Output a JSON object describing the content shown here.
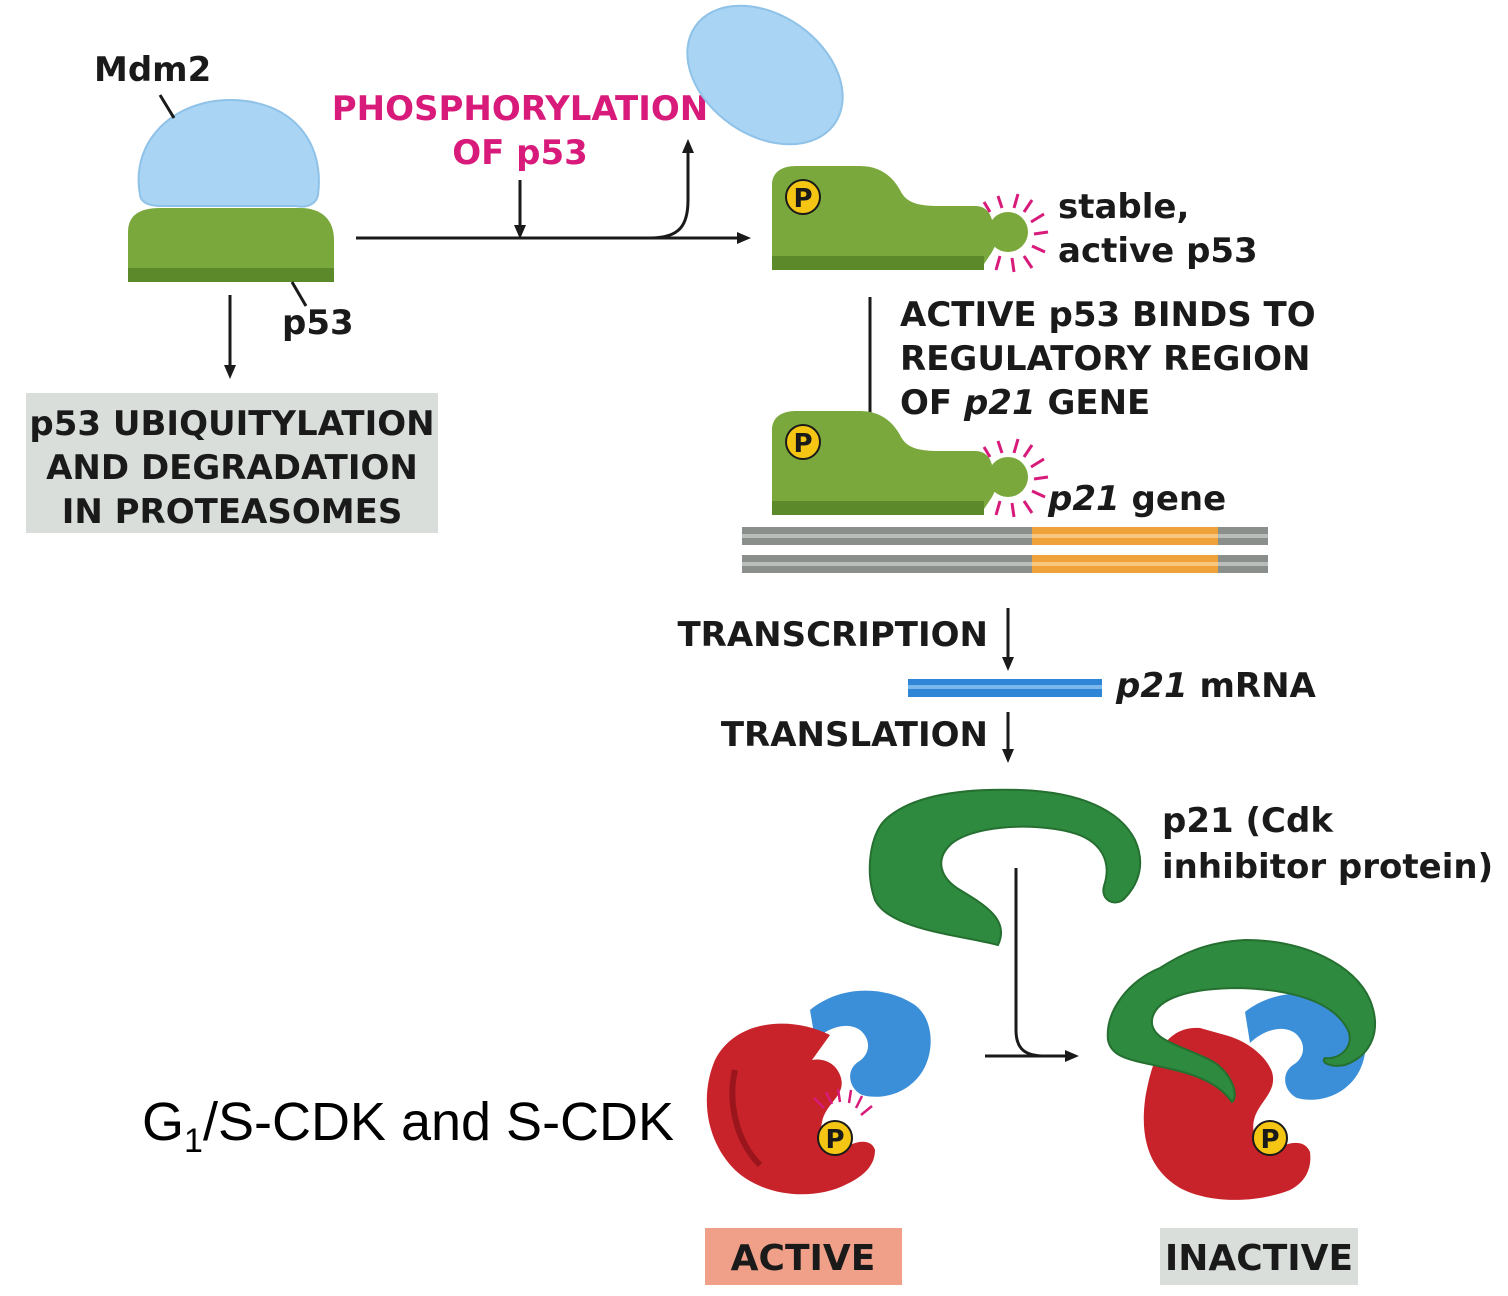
{
  "colors": {
    "mdm2_fill": "#a9d4f3",
    "p53_fill": "#7aa83c",
    "p53_dark": "#5c8a2a",
    "phospho_text": "#d81b7a",
    "signal_burst": "#d81b7a",
    "phosphate_fill": "#f4c613",
    "degradation_box": "#d9dedb",
    "dna_gray": "#8a8f8c",
    "dna_orange": "#f0a23a",
    "mrna_blue": "#2f86d6",
    "p21_green": "#2e8a3e",
    "cyclin_blue": "#3b8fd9",
    "cdk_red": "#c8232a",
    "active_box": "#f0a088",
    "inactive_box": "#d9dedb"
  },
  "icons": [
    "mdm2-icon",
    "p53-icon",
    "phosphate-icon",
    "dna-icon",
    "mrna-icon",
    "p21-icon",
    "cdk-cyclin-icon"
  ],
  "labels": {
    "mdm2": "Mdm2",
    "p53": "p53",
    "phosphorylation_line1": "PHOSPHORYLATION",
    "phosphorylation_line2": "OF p53",
    "stable_line1": "stable,",
    "stable_line2": "active p53",
    "degradation_line1": "p53 UBIQUITYLATION",
    "degradation_line2": "AND DEGRADATION",
    "degradation_line3": "IN PROTEASOMES",
    "binds_line1": "ACTIVE p53 BINDS TO",
    "binds_line2": "REGULATORY REGION",
    "binds_line3_pre": "OF ",
    "binds_line3_italic": "p21",
    "binds_line3_post": " GENE",
    "gene_italic": "p21",
    "gene_rest": " gene",
    "transcription": "TRANSCRIPTION",
    "mrna_italic": "p21",
    "mrna_rest": " mRNA",
    "translation": "TRANSLATION",
    "p21_line1": "p21 (Cdk",
    "p21_line2": "inhibitor protein)",
    "cdk_main": "G",
    "cdk_sub": "1",
    "cdk_rest": "/S-CDK and S-CDK",
    "active": "ACTIVE",
    "inactive": "INACTIVE",
    "phosphate": "P"
  }
}
